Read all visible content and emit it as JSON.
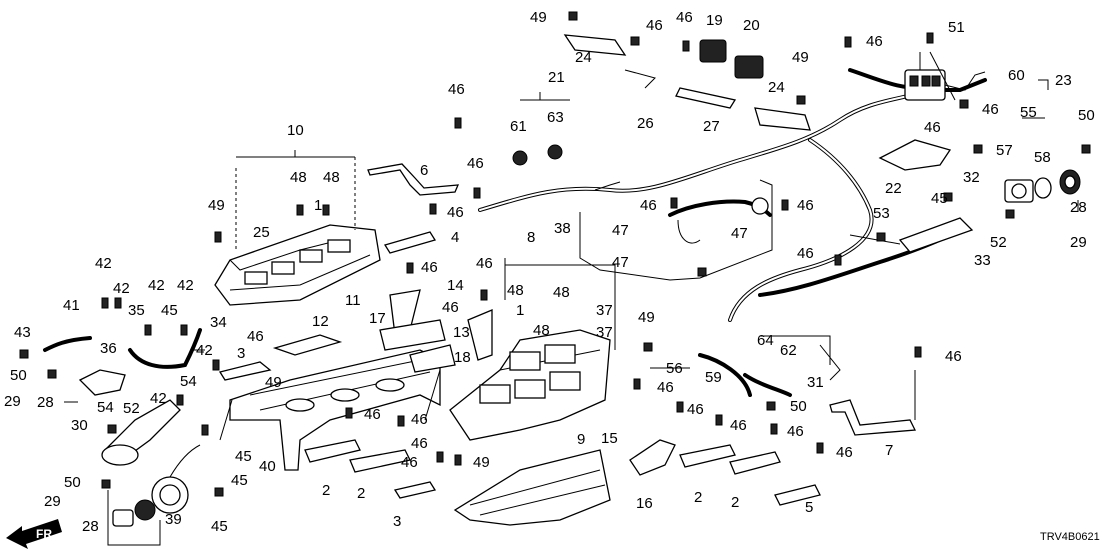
{
  "diagram": {
    "code": "TRV4B0621",
    "direction_label": "FR.",
    "callouts": {
      "c49a": "49",
      "c46a": "46",
      "c46b": "46",
      "c19": "19",
      "c20": "20",
      "c46c": "46",
      "c51": "51",
      "c24a": "24",
      "c49b": "49",
      "c24b": "24",
      "c60": "60",
      "c23": "23",
      "c21": "21",
      "c26": "26",
      "c27": "27",
      "c46d": "46",
      "c61": "61",
      "c63": "63",
      "c46e": "46",
      "c22": "22",
      "c57": "57",
      "c55": "55",
      "c58": "58",
      "c50a": "50",
      "c28a": "28",
      "c29a": "29",
      "c10": "10",
      "c6": "6",
      "c46f": "46",
      "c46g": "46",
      "c48a": "48",
      "c48b": "48",
      "c1a": "1",
      "c49c": "49",
      "c25": "25",
      "c4": "4",
      "c46h": "46",
      "c46i": "46",
      "c38": "38",
      "c47a": "47",
      "c47b": "47",
      "c47c": "47",
      "c46j": "46",
      "c46k": "46",
      "c32": "32",
      "c45a": "45",
      "c53": "53",
      "c52": "52",
      "c33": "33",
      "c8": "8",
      "c46l": "46",
      "c46m": "46",
      "c14": "14",
      "c11": "11",
      "c12": "12",
      "c17": "17",
      "c46n": "46",
      "c48c": "48",
      "c48d": "48",
      "c1b": "1",
      "c37a": "37",
      "c37b": "37",
      "c48e": "48",
      "c13": "13",
      "c18": "18",
      "c49d": "49",
      "c64": "64",
      "c62": "62",
      "c56": "56",
      "c59": "59",
      "c31": "31",
      "c46o": "46",
      "c42a": "42",
      "c42b": "42",
      "c41": "41",
      "c42c": "42",
      "c42d": "42",
      "c35": "35",
      "c45b": "45",
      "c34": "34",
      "c43": "43",
      "c36": "36",
      "c50b": "50",
      "c29b": "29",
      "c28b": "28",
      "c42e": "42",
      "c46p": "46",
      "c3a": "3",
      "c49e": "49",
      "c54a": "54",
      "c52b": "52",
      "c54b": "54",
      "c42f": "42",
      "c30": "30",
      "c46q": "46",
      "c46r": "46",
      "c46s": "46",
      "c2a": "2",
      "c2b": "2",
      "c46t": "46",
      "c49f": "49",
      "c9": "9",
      "c15": "15",
      "c46u": "46",
      "c46v": "46",
      "c46w": "46",
      "c46x": "46",
      "c50c": "50",
      "c7": "7",
      "c46y": "46",
      "c2c": "2",
      "c2d": "2",
      "c5": "5",
      "c16": "16",
      "c45c": "45",
      "c40": "40",
      "c45d": "45",
      "c45e": "45",
      "c50d": "50",
      "c29c": "29",
      "c28c": "28",
      "c39": "39",
      "c3b": "3"
    }
  }
}
